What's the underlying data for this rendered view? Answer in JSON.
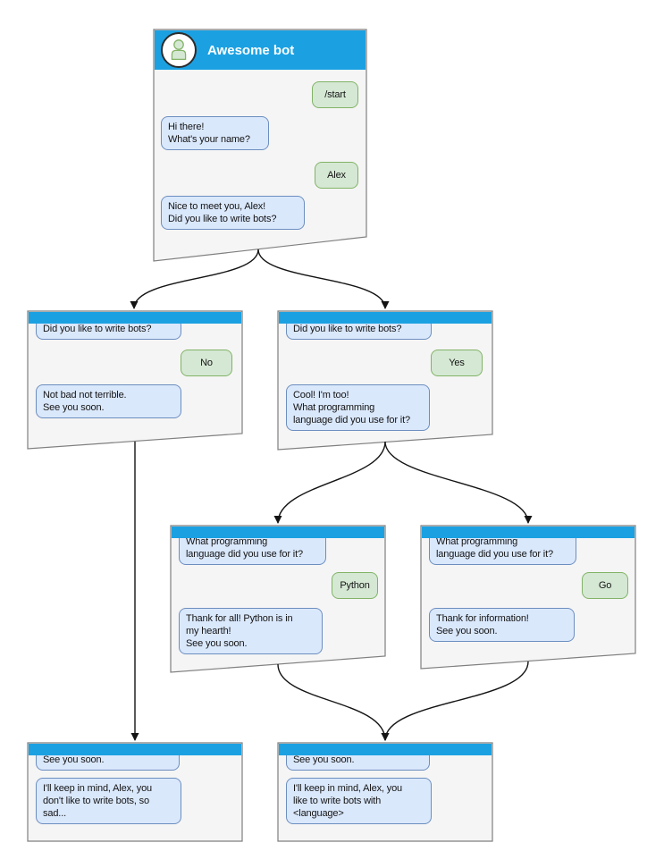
{
  "colors": {
    "header_blue": "#1BA1E2",
    "window_fill": "#F5F5F5",
    "window_stroke": "#7F7F7F",
    "bot_bubble_fill": "#DAE8FC",
    "bot_bubble_stroke": "#6C8EBF",
    "user_bubble_fill": "#D5E8D4",
    "user_bubble_stroke": "#82B366",
    "edge_color": "#141414"
  },
  "icons": {
    "avatar": "person-icon"
  },
  "windows": [
    {
      "name": "awesome-bot",
      "title": "Awesome bot",
      "messages": [
        {
          "side": "user",
          "text": "/start"
        },
        {
          "side": "bot",
          "text": "Hi there!\nWhat's your name?"
        },
        {
          "side": "user",
          "text": "Alex"
        },
        {
          "side": "bot",
          "text": "Nice to meet you, Alex!\nDid you like to write bots?"
        }
      ]
    },
    {
      "name": "branch-no",
      "messages": [
        {
          "side": "bot",
          "text": "Did you like to write bots?"
        },
        {
          "side": "user",
          "text": "No"
        },
        {
          "side": "bot",
          "text": "Not bad not terrible.\nSee you soon."
        }
      ]
    },
    {
      "name": "branch-yes",
      "messages": [
        {
          "side": "bot",
          "text": "Did you like to write bots?"
        },
        {
          "side": "user",
          "text": "Yes"
        },
        {
          "side": "bot",
          "text": "Cool! I'm too!\nWhat programming\nlanguage did you use for it?"
        }
      ]
    },
    {
      "name": "branch-python",
      "messages": [
        {
          "side": "bot",
          "text": "What programming\nlanguage did you use for it?"
        },
        {
          "side": "user",
          "text": "Python"
        },
        {
          "side": "bot",
          "text": "Thank for all! Python is in\nmy hearth!\nSee you soon."
        }
      ]
    },
    {
      "name": "branch-go",
      "messages": [
        {
          "side": "bot",
          "text": "What programming\nlanguage did you use for it?"
        },
        {
          "side": "user",
          "text": "Go"
        },
        {
          "side": "bot",
          "text": "Thank for information!\nSee you soon."
        }
      ]
    },
    {
      "name": "end-no",
      "messages": [
        {
          "side": "bot",
          "text": "See you soon."
        },
        {
          "side": "bot",
          "text": "I'll keep in mind, Alex, you\ndon't like to write bots, so\nsad..."
        }
      ]
    },
    {
      "name": "end-yes",
      "messages": [
        {
          "side": "bot",
          "text": "See you soon."
        },
        {
          "side": "bot",
          "text": "I'll keep in mind, Alex, you\nlike to write bots with\n<language>"
        }
      ]
    }
  ]
}
